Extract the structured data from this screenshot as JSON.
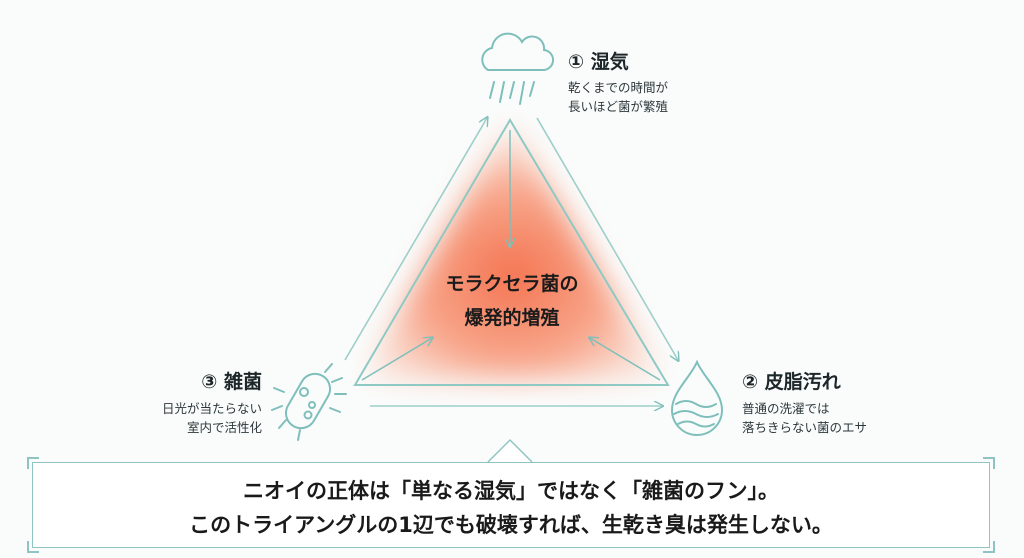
{
  "nodes": {
    "top": {
      "title": "① 湿気",
      "lines": [
        "乾くまでの時間が",
        "長いほど菌が繁殖"
      ],
      "icon": "rain-cloud-icon"
    },
    "right": {
      "title": "② 皮脂汚れ",
      "lines": [
        "普通の洗濯では",
        "落ちきらない菌のエサ"
      ],
      "icon": "water-drop-icon"
    },
    "left": {
      "title": "③ 雑菌",
      "lines": [
        "日光が当たらない",
        "室内で活性化"
      ],
      "icon": "bacteria-icon"
    }
  },
  "center": {
    "lines": [
      "モラクセラ菌の",
      "爆発的増殖"
    ]
  },
  "summary": {
    "line1": "ニオイの正体は「単なる湿気」ではなく「雑菌のフン」。",
    "line2": "このトライアングルの1辺でも破壊すれば、生乾き臭は発生しない。"
  },
  "colors": {
    "accent": "#7fbfbb",
    "glow": "#f4623a",
    "text": "#1d2628"
  }
}
